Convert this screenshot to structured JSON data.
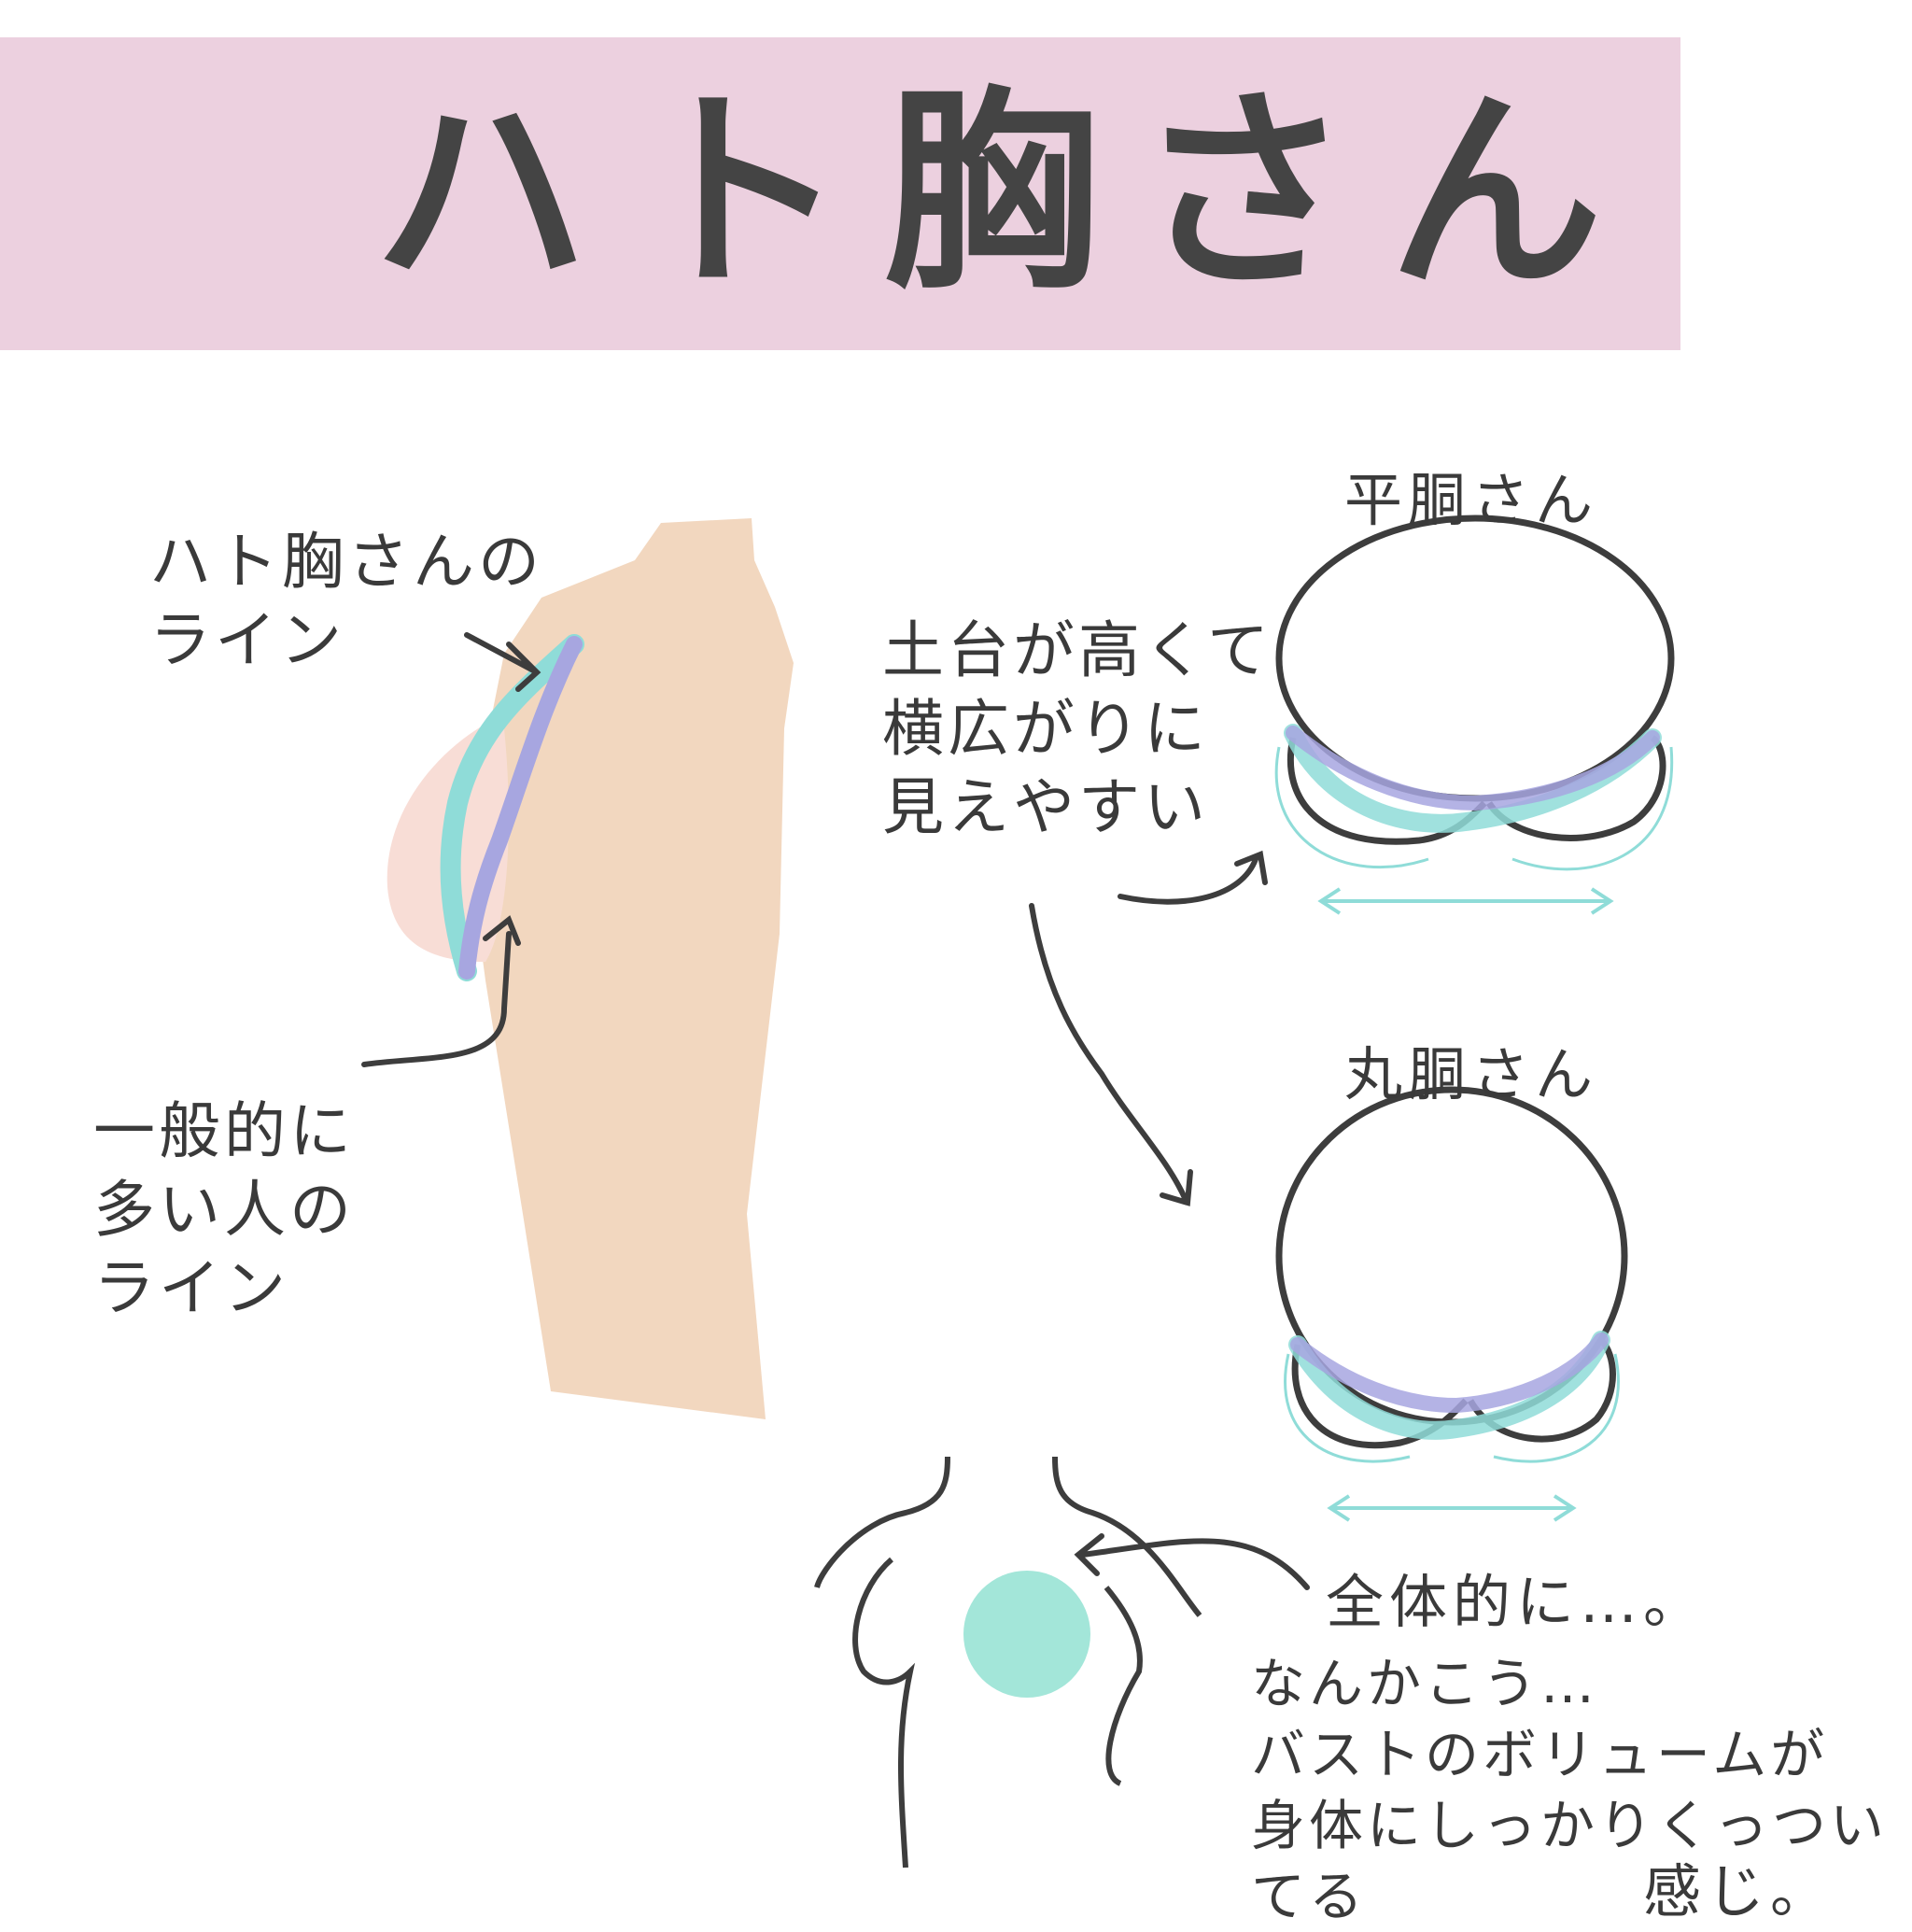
{
  "title": "ハト胸さん",
  "labels": {
    "hato_line": "ハト胸さんの\nライン",
    "common_line": "一般的に\n多い人の\nライン",
    "base_note": "土台が高くて\n横広がりに\n見えやすい",
    "flat_chest": "平胴さん",
    "round_chest": "丸胴さん",
    "overall": "全体的に…。",
    "feeling": "なんかこう…\nバストのボリュームが\n身体にしっかりくっついてる",
    "feeling_end": "感じ。"
  },
  "colors": {
    "title_bg": "#ecd0df",
    "skin": "#f2d7bf",
    "breast": "#f8ddd6",
    "teal": "#8fdcd8",
    "purple": "#a7a6e0",
    "bust_blob": "#a3e6d9",
    "ink": "#3d3d3d"
  }
}
